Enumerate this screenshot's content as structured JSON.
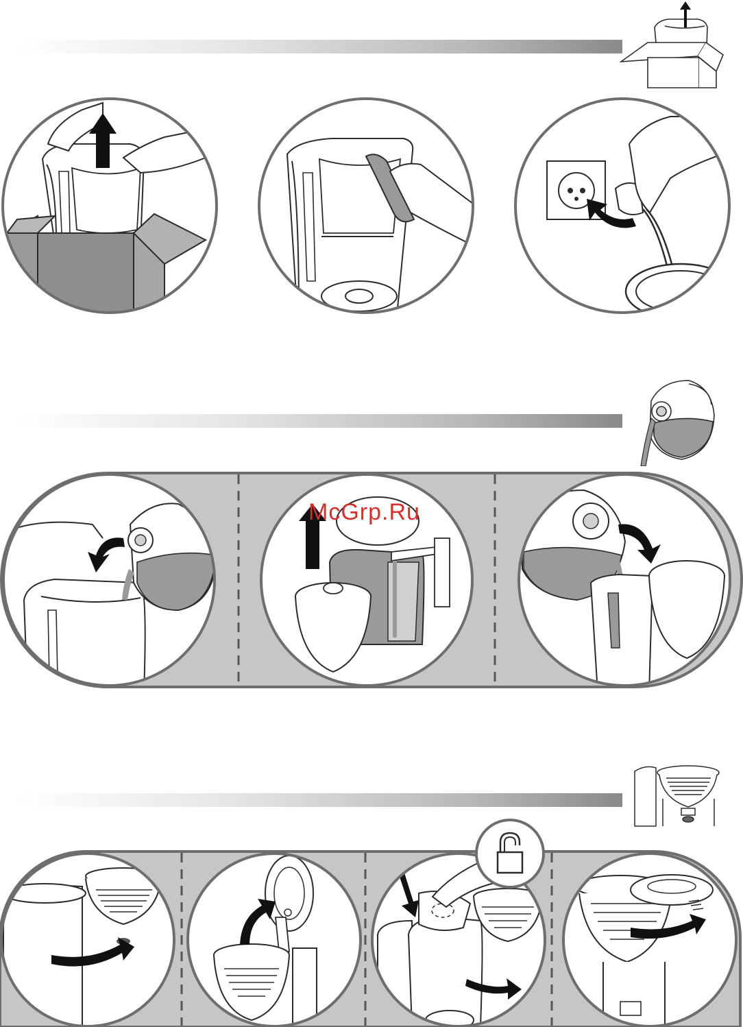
{
  "watermark": {
    "text": "McGrp.Ru",
    "color": "#d4302b"
  },
  "sections": [
    {
      "id": "unpacking",
      "icon": "unpacking-icon",
      "steps": [
        "unpack-appliance",
        "wipe-appliance",
        "plug-in-appliance"
      ]
    },
    {
      "id": "first-use",
      "icon": "jug-pour-icon",
      "steps": [
        "fill-water-tank",
        "rinse-jug-under-tap",
        "pour-water-into-tank"
      ]
    },
    {
      "id": "filter-holder",
      "icon": "filter-holder-icon",
      "steps": [
        "swing-out-filter-holder",
        "open-filter-lid",
        "unlock-filter-holder",
        "close-filter-holder"
      ]
    }
  ],
  "colors": {
    "line": "#2b2b2b",
    "band": "#c6c6c6",
    "frame": "#6e6e6e",
    "fill": "#9a9a9a"
  }
}
